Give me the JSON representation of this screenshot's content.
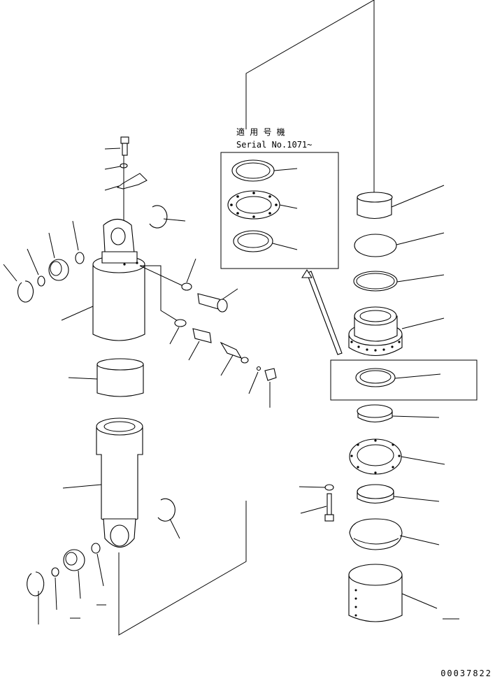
{
  "inset": {
    "applicable_serial_label": "適 用 号 機",
    "serial_text": "Serial No.1071~"
  },
  "drawing_number": "00037822"
}
